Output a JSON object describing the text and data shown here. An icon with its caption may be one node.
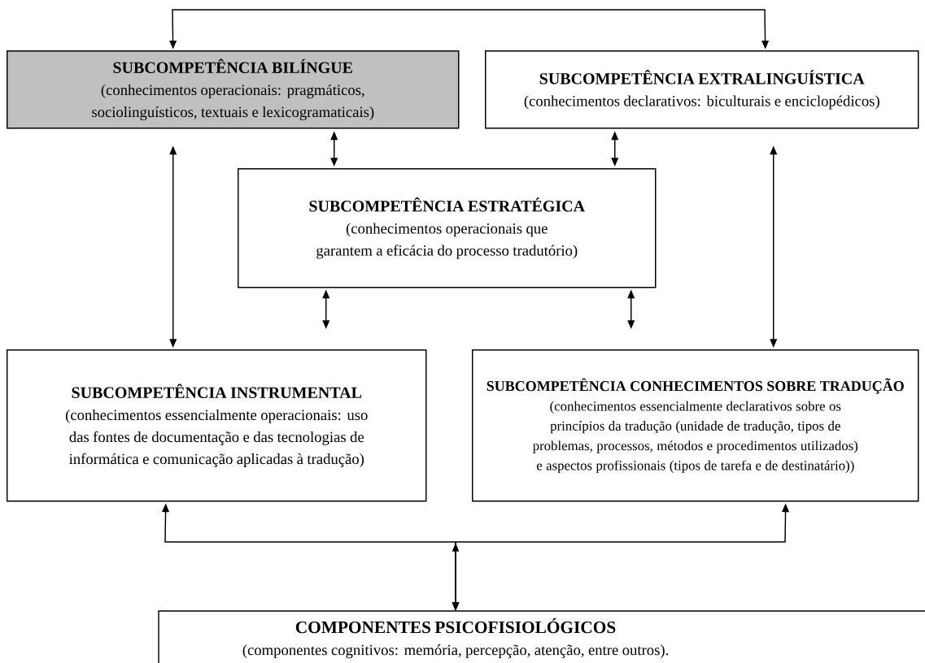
{
  "diagram": {
    "nodes": [
      {
        "text": [
          "SUBCOMPETÊNCIA BILÍNGUE",
          "(conhecimentos operacionais: pragmáticos, sociolinguísticos, textuais e lexicogramaticais)"
        ]
      },
      {
        "text": [
          "SUBCOMPETÊNCIA EXTRALINGUÍSTICA",
          "(conhecimentos declarativos: biculturais e enciclopédicos)"
        ]
      },
      {
        "text": [
          "SUBCOMPETÊNCIA ESTRATÉGICA",
          "(conhecimentos operacionais que garantem a eficácia do processo tradutório)"
        ]
      },
      {
        "text": [
          "SUBCOMPETÊNCIA INSTRUMENTAL",
          "(conhecimentos essencialmente operacionais: uso das fontes de documentação e das tecnologias de informática e comunicação aplicadas à tradução)"
        ]
      },
      {
        "text": [
          "SUBCOMPETÊNCIA CONHECIMENTOS SOBRE TRADUÇÃO",
          "(conhecimentos essencialmente declarativos sobre os princípios da tradução (unidade de tradução, tipos de problemas, processos, métodos e procedimentos utilizados) e aspectos profissionais (tipos de tarefa e de destinatário))"
        ]
      },
      {
        "text": [
          "COMPONENTES PSICOFISIOLÓGICOS",
          "(componentes cognitivos: memória, percepção, atenção, entre outros)."
        ]
      }
    ],
    "edges": [
      {
        "from": 0,
        "to": 1,
        "arrow": "both"
      },
      {
        "from": 0,
        "to": 2,
        "arrow": "both"
      },
      {
        "from": 0,
        "to": 3,
        "arrow": "both"
      },
      {
        "from": 1,
        "to": 2,
        "arrow": "both"
      },
      {
        "from": 1,
        "to": 4,
        "arrow": "both"
      },
      {
        "from": 2,
        "to": 3,
        "arrow": "both"
      },
      {
        "from": 2,
        "to": 4,
        "arrow": "both"
      },
      {
        "from": 5,
        "to": 3,
        "arrow": "both"
      },
      {
        "from": 5,
        "to": 4,
        "arrow": "both"
      }
    ]
  }
}
